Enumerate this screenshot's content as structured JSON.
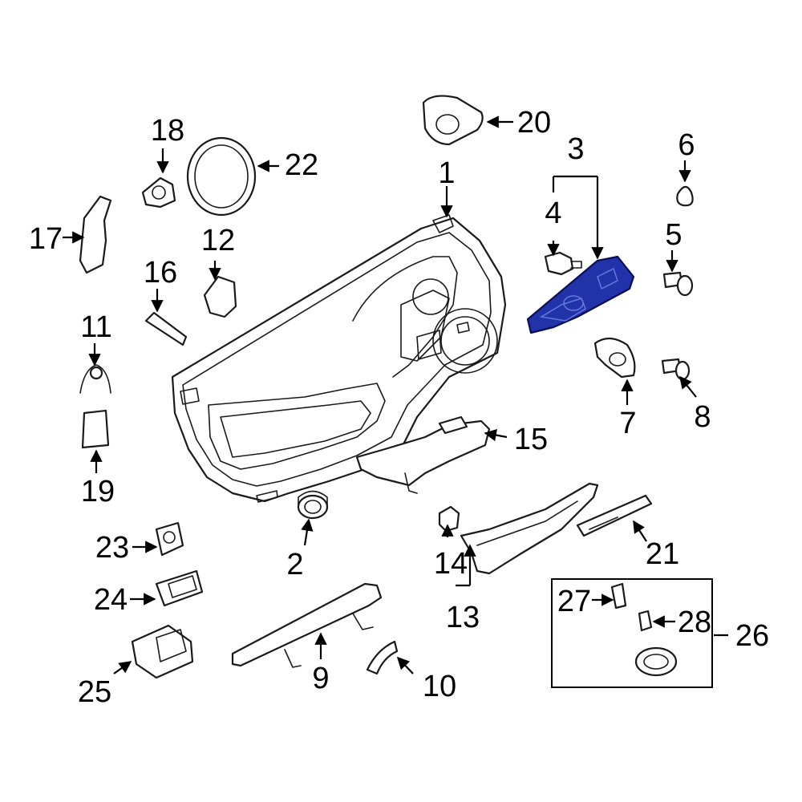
{
  "diagram": {
    "highlight_color": "#2233aa",
    "highlighted_part": "3",
    "callouts": [
      {
        "id": "c1",
        "label": "1"
      },
      {
        "id": "c2",
        "label": "2"
      },
      {
        "id": "c3",
        "label": "3"
      },
      {
        "id": "c4",
        "label": "4"
      },
      {
        "id": "c5",
        "label": "5"
      },
      {
        "id": "c6",
        "label": "6"
      },
      {
        "id": "c7",
        "label": "7"
      },
      {
        "id": "c8",
        "label": "8"
      },
      {
        "id": "c9",
        "label": "9"
      },
      {
        "id": "c10",
        "label": "10"
      },
      {
        "id": "c11",
        "label": "11"
      },
      {
        "id": "c12",
        "label": "12"
      },
      {
        "id": "c13",
        "label": "13"
      },
      {
        "id": "c14",
        "label": "14"
      },
      {
        "id": "c15",
        "label": "15"
      },
      {
        "id": "c16",
        "label": "16"
      },
      {
        "id": "c17",
        "label": "17"
      },
      {
        "id": "c18",
        "label": "18"
      },
      {
        "id": "c19",
        "label": "19"
      },
      {
        "id": "c20",
        "label": "20"
      },
      {
        "id": "c21",
        "label": "21"
      },
      {
        "id": "c22",
        "label": "22"
      },
      {
        "id": "c23",
        "label": "23"
      },
      {
        "id": "c24",
        "label": "24"
      },
      {
        "id": "c25",
        "label": "25"
      },
      {
        "id": "c26",
        "label": "26"
      },
      {
        "id": "c27",
        "label": "27"
      },
      {
        "id": "c28",
        "label": "28"
      }
    ]
  }
}
